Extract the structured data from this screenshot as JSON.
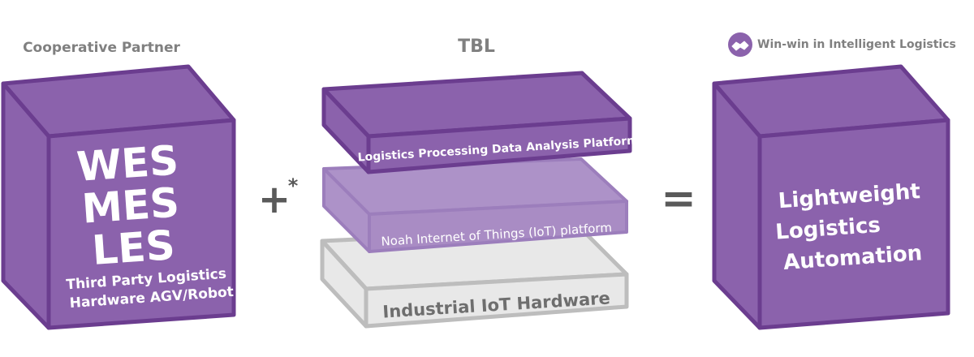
{
  "partner": {
    "header": "Cooperative Partner",
    "lines": [
      "WES",
      "MES",
      "LES"
    ],
    "sub_lines": [
      "Third Party Logistics",
      "Hardware AGV/Robot"
    ]
  },
  "operators": {
    "plus": "+",
    "asterisk": "*",
    "equals": "="
  },
  "tbl": {
    "header": "TBL",
    "layers": [
      "Logistics Processing Data Analysis Platform",
      "Noah Internet of Things (IoT) platform",
      "Industrial IoT Hardware"
    ]
  },
  "result": {
    "header": "Win-win in Intelligent Logistics",
    "header_icon": "handshake-icon",
    "lines": [
      "Lightweight",
      "Logistics",
      "Automation"
    ]
  },
  "colors": {
    "purple": "#8B62AC",
    "purple_dark": "#6B3D8F",
    "purple_light": "#AD92C8",
    "purple_light_border": "#9C7EBC",
    "gray_fill": "#E8E8E8",
    "gray_border": "#BDBDBD",
    "header_gray": "#808080",
    "operator_gray": "#5A5A5A"
  }
}
